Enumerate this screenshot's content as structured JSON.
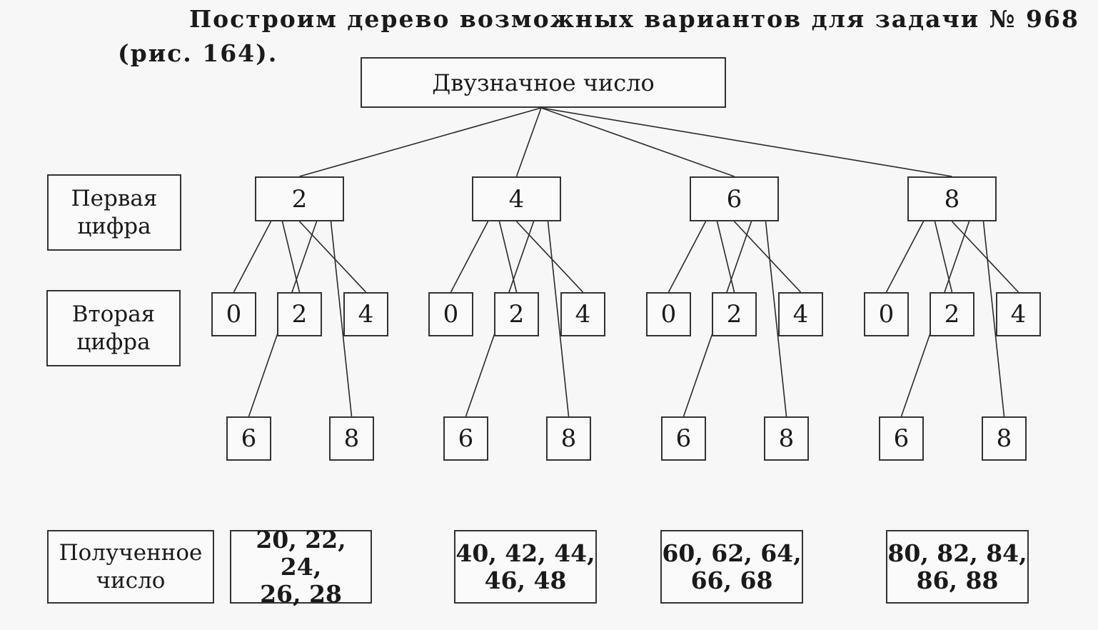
{
  "intro": {
    "line1": "Построим дерево возможных вариантов для задачи № 968",
    "line2": "(рис. 164)."
  },
  "root": "Двузначное число",
  "row_labels": {
    "first": "Первая\nцифра",
    "second": "Вторая\nцифра",
    "result": "Полученное\nчисло"
  },
  "branches": [
    {
      "first": "2",
      "second": [
        "0",
        "2",
        "4",
        "6",
        "8"
      ],
      "result": "20, 22, 24,\n26, 28"
    },
    {
      "first": "4",
      "second": [
        "0",
        "2",
        "4",
        "6",
        "8"
      ],
      "result": "40, 42, 44,\n46, 48"
    },
    {
      "first": "6",
      "second": [
        "0",
        "2",
        "4",
        "6",
        "8"
      ],
      "result": "60, 62, 64,\n66, 68"
    },
    {
      "first": "8",
      "second": [
        "0",
        "2",
        "4",
        "6",
        "8"
      ],
      "result": "80, 82, 84,\n86, 88"
    }
  ]
}
